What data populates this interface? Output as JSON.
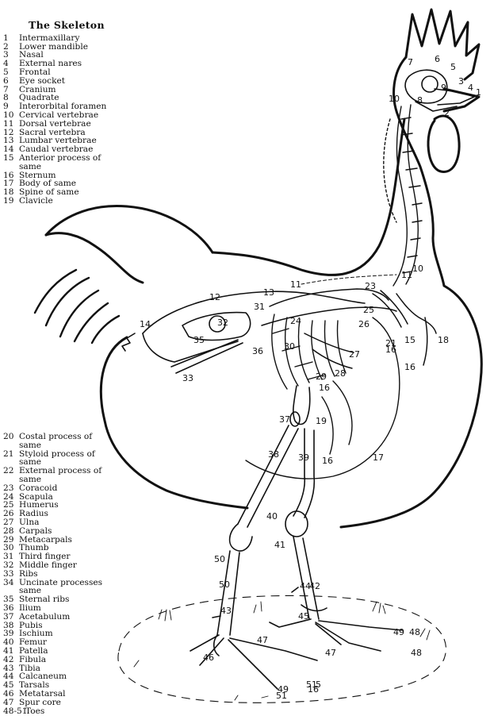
{
  "title": "The Skeleton",
  "legend_top": [
    {
      "num": "1",
      "label": "Intermaxillary"
    },
    {
      "num": "2",
      "label": "Lower mandible"
    },
    {
      "num": "3",
      "label": "Nasal"
    },
    {
      "num": "4",
      "label": "External nares"
    },
    {
      "num": "5",
      "label": "Frontal"
    },
    {
      "num": "6",
      "label": "Eye socket"
    },
    {
      "num": "7",
      "label": "Cranium"
    },
    {
      "num": "8",
      "label": "Quadrate"
    },
    {
      "num": "9",
      "label": "Interorbital foramen"
    },
    {
      "num": "10",
      "label": "Cervical vertebrae"
    },
    {
      "num": "11",
      "label": "Dorsal vertebrae"
    },
    {
      "num": "12",
      "label": "Sacral vertebra"
    },
    {
      "num": "13",
      "label": "Lumbar vertebrae"
    },
    {
      "num": "14",
      "label": "Caudal vertebrae"
    },
    {
      "num": "15",
      "label": "Anterior process of",
      "cont": "same"
    },
    {
      "num": "16",
      "label": "Sternum"
    },
    {
      "num": "17",
      "label": "Body of same"
    },
    {
      "num": "18",
      "label": "Spine of same"
    },
    {
      "num": "19",
      "label": "Clavicle"
    }
  ],
  "legend_bottom": [
    {
      "num": "20",
      "label": "Costal process of",
      "cont": "same"
    },
    {
      "num": "21",
      "label": "Styloid process of",
      "cont": "same"
    },
    {
      "num": "22",
      "label": "External process of",
      "cont": "same"
    },
    {
      "num": "23",
      "label": "Coracoid"
    },
    {
      "num": "24",
      "label": "Scapula"
    },
    {
      "num": "25",
      "label": "Humerus"
    },
    {
      "num": "26",
      "label": "Radius"
    },
    {
      "num": "27",
      "label": "Ulna"
    },
    {
      "num": "28",
      "label": "Carpals"
    },
    {
      "num": "29",
      "label": "Metacarpals"
    },
    {
      "num": "30",
      "label": "Thumb"
    },
    {
      "num": "31",
      "label": "Third finger"
    },
    {
      "num": "32",
      "label": "Middle finger"
    },
    {
      "num": "33",
      "label": "Ribs"
    },
    {
      "num": "34",
      "label": "Uncinate processes",
      "cont": "same"
    },
    {
      "num": "35",
      "label": "Sternal ribs"
    },
    {
      "num": "36",
      "label": "Ilium"
    },
    {
      "num": "37",
      "label": "Acetabulum"
    },
    {
      "num": "38",
      "label": "Pubis"
    },
    {
      "num": "39",
      "label": "Ischium"
    },
    {
      "num": "40",
      "label": "Femur"
    },
    {
      "num": "41",
      "label": "Patella"
    },
    {
      "num": "42",
      "label": "Fibula"
    },
    {
      "num": "43",
      "label": "Tibia"
    },
    {
      "num": "44",
      "label": "Calcaneum"
    },
    {
      "num": "45",
      "label": "Tarsals"
    },
    {
      "num": "46",
      "label": "Metatarsal"
    },
    {
      "num": "47",
      "label": "Spur core"
    },
    {
      "num": "48-51",
      "label": "Toes"
    }
  ],
  "callouts": [
    "1",
    "2",
    "3",
    "4",
    "5",
    "6",
    "7",
    "8",
    "9",
    "10",
    "10",
    "11",
    "11",
    "12",
    "13",
    "14",
    "15",
    "16",
    "16",
    "16",
    "16",
    "17",
    "18",
    "19",
    "21",
    "23",
    "24",
    "25",
    "26",
    "27",
    "28",
    "29",
    "30",
    "31",
    "32",
    "33",
    "35",
    "36",
    "37",
    "38",
    "39",
    "40",
    "41",
    "42",
    "43",
    "44",
    "45",
    "46",
    "47",
    "47",
    "48",
    "48",
    "49",
    "49",
    "50",
    "50",
    "51",
    "51",
    "5",
    "16"
  ],
  "colors": {
    "ink": "#111111",
    "paper": "#ffffff"
  }
}
